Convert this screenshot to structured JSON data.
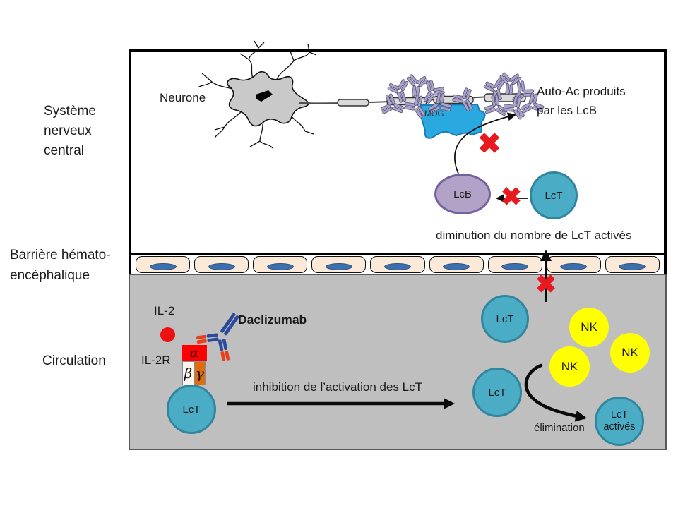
{
  "left_labels": {
    "cns": "Système\nnerveux\ncentral",
    "barrier": "Barrière hémato-\nencéphalique",
    "circulation": "Circulation"
  },
  "cns": {
    "neuron_label": "Neurone",
    "mog_label": "MOG",
    "auto_ac_label": "Auto-Ac produits\npar les LcB",
    "lcb_label": "LcB",
    "lct_label": "LcT",
    "diminution_label": "diminution du nombre de LcT activés"
  },
  "circulation": {
    "il2_label": "IL-2",
    "daclizumab_label": "Daclizumab",
    "il2r_label": "IL-2R",
    "alpha_label": "α",
    "beta_label": "β",
    "gamma_label": "γ",
    "lct_label": "LcT",
    "inhibition_label": "inhibition de l’activation des LcT",
    "nk_label": "NK",
    "elimination_label": "élimination",
    "lct_actives_label": "LcT\nactivés"
  },
  "icons": {
    "cross_glyph": "✖"
  },
  "colors": {
    "lct_fill": "#4bacc6",
    "lct_border": "#31859c",
    "lcb_fill": "#b3a2c7",
    "lcb_border": "#7462a0",
    "nk_fill": "#ffff00",
    "mog_fill": "#2aa9e0",
    "mog_border": "#1d7ab5",
    "cross_red": "#e8191f",
    "barrier_cell_fill": "#fcead9",
    "endothelial_nucleus": "#3e6fad",
    "circulation_bg": "#bfbfbf",
    "antibody_blue": "#2b4a9b",
    "antibody_red": "#e8401c",
    "auto_antibody_purple": "#a9a3ce",
    "il2r_alpha_fill": "#ff0000",
    "il2r_beta_fill": "#fdf5ec",
    "il2r_gamma_fill": "#e36c0a",
    "il2_dot_fill": "#ee1111",
    "neuron_fill": "#c9c9c9"
  }
}
